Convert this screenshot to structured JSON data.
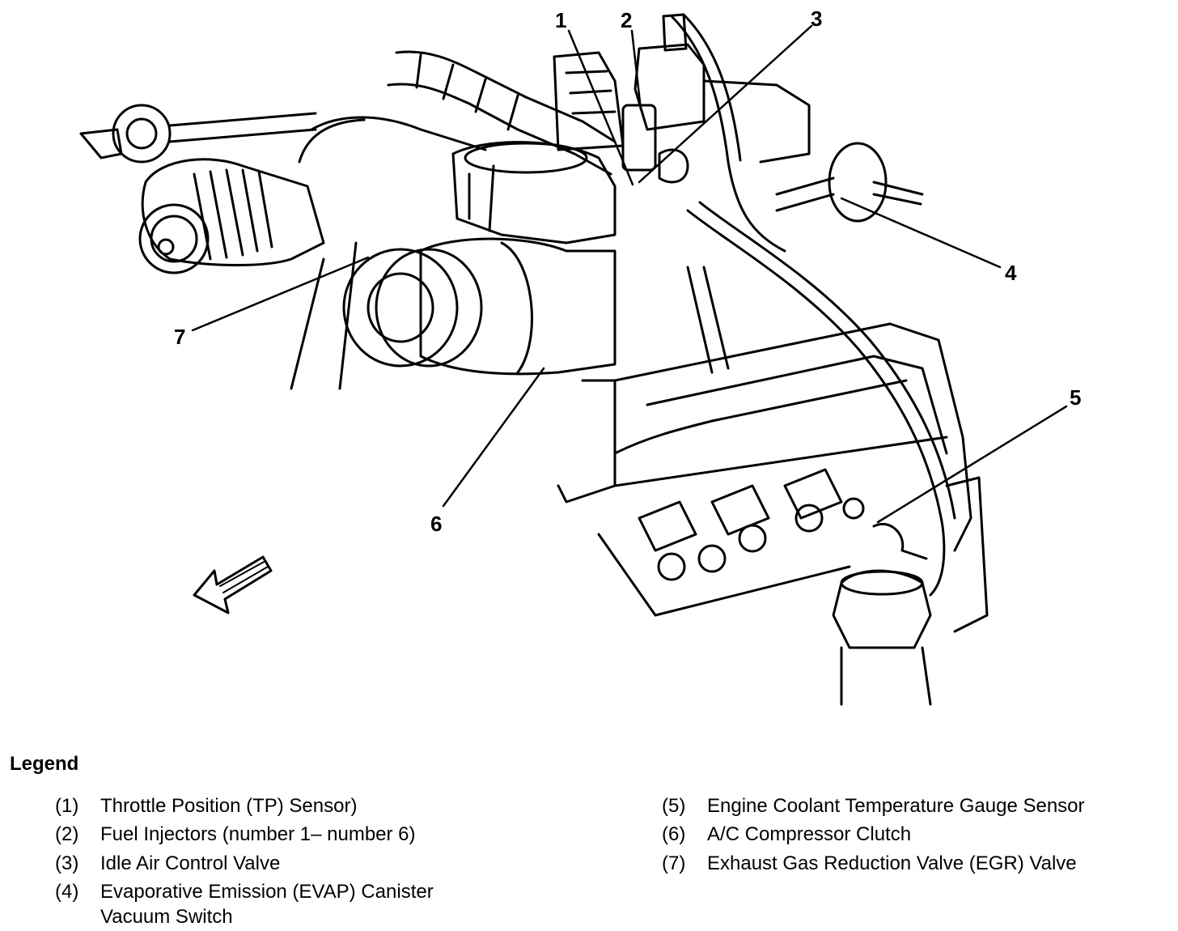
{
  "callouts": [
    "1",
    "2",
    "3",
    "4",
    "5",
    "6",
    "7"
  ],
  "legend": {
    "title": "Legend",
    "items": [
      {
        "num": "(1)",
        "text": "Throttle Position (TP) Sensor)"
      },
      {
        "num": "(2)",
        "text": "Fuel Injectors (number 1– number 6)"
      },
      {
        "num": "(3)",
        "text": "Idle Air Control Valve"
      },
      {
        "num": "(4)",
        "text": "Evaporative Emission (EVAP) Canister\nVacuum Switch"
      },
      {
        "num": "(5)",
        "text": "Engine Coolant Temperature Gauge Sensor"
      },
      {
        "num": "(6)",
        "text": "A/C Compressor Clutch"
      },
      {
        "num": "(7)",
        "text": "Exhaust Gas Reduction Valve (EGR) Valve"
      }
    ]
  }
}
